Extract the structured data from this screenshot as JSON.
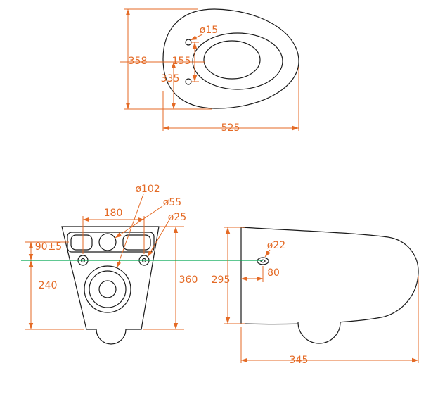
{
  "drawing": {
    "background": "#ffffff",
    "colors": {
      "dimension": "#e46a25",
      "outline": "#1a1a1a",
      "axis_line": "#00a651"
    },
    "top_view": {
      "labels": {
        "hole_dia": "ø15",
        "width": "358",
        "hole_span": "155",
        "front_depth": "335",
        "length": "525"
      }
    },
    "front_view": {
      "labels": {
        "outlet_dia": "ø102",
        "inlet_dia": "ø55",
        "bolt_span": "180",
        "bolt_dia": "ø25",
        "top_to_axis": "90±5",
        "axis_to_bottom": "240",
        "height": "360"
      }
    },
    "side_view": {
      "labels": {
        "fix_hole_dia": "ø22",
        "wall_to_hole": "80",
        "height": "295",
        "depth": "345"
      }
    }
  }
}
